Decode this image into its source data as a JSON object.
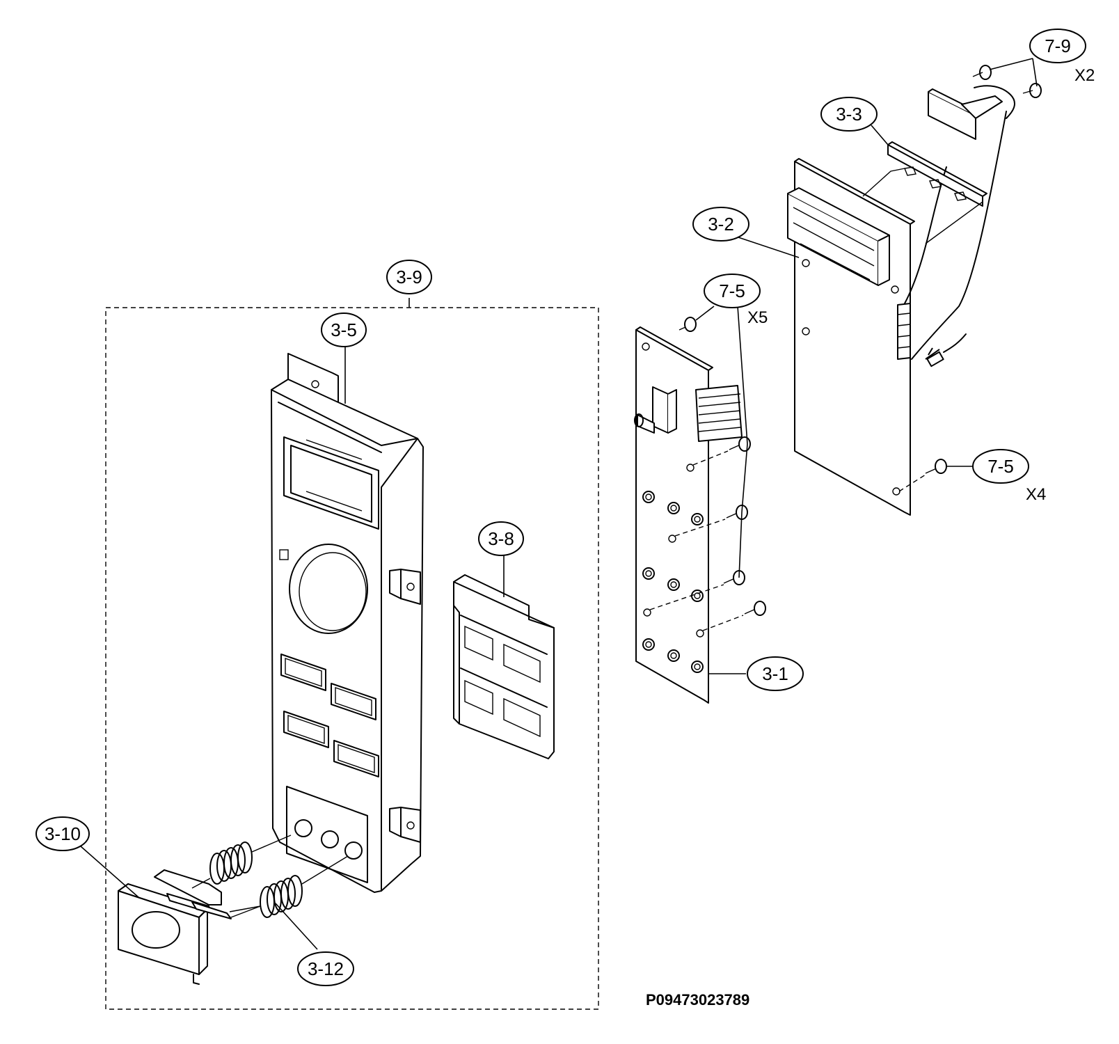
{
  "callouts": {
    "c3_1": "3-1",
    "c3_2": "3-2",
    "c3_3": "3-3",
    "c3_5": "3-5",
    "c3_8": "3-8",
    "c3_9": "3-9",
    "c3_10": "3-10",
    "c3_12": "3-12",
    "c7_5a": "7-5",
    "c7_5b": "7-5",
    "c7_9": "7-9"
  },
  "quantities": {
    "x2": "X2",
    "x4": "X4",
    "x5": "X5"
  },
  "drawing_code": "P09473023789"
}
